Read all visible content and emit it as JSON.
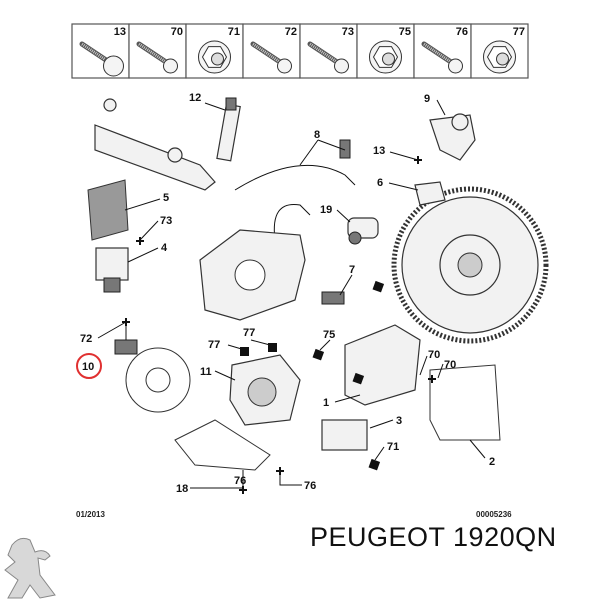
{
  "hardware_row": [
    "13",
    "70",
    "71",
    "72",
    "73",
    "75",
    "76",
    "77"
  ],
  "hardware_types": [
    "bolt-flange",
    "bolt",
    "nut-flange",
    "bolt-washer",
    "bolt-small",
    "nut-flange",
    "bolt",
    "nut-flange"
  ],
  "callouts": {
    "c12": "12",
    "c9": "9",
    "c8": "8",
    "c13": "13",
    "c5": "5",
    "c6": "6",
    "c73": "73",
    "c19": "19",
    "c4": "4",
    "c7": "7",
    "c75": "75",
    "c72": "72",
    "c77a": "77",
    "c77b": "77",
    "c70a": "70",
    "c70b": "70",
    "c10": "10",
    "c11": "11",
    "c1": "1",
    "c3": "3",
    "c71": "71",
    "c2": "2",
    "c18": "18",
    "c76a": "76",
    "c76b": "76"
  },
  "highlight_color": "#e03030",
  "footer": {
    "date": "01/2013",
    "diagram_number": "00005236"
  },
  "brand_logo": "peugeot-lion",
  "title": "PEUGEOT 1920QN"
}
